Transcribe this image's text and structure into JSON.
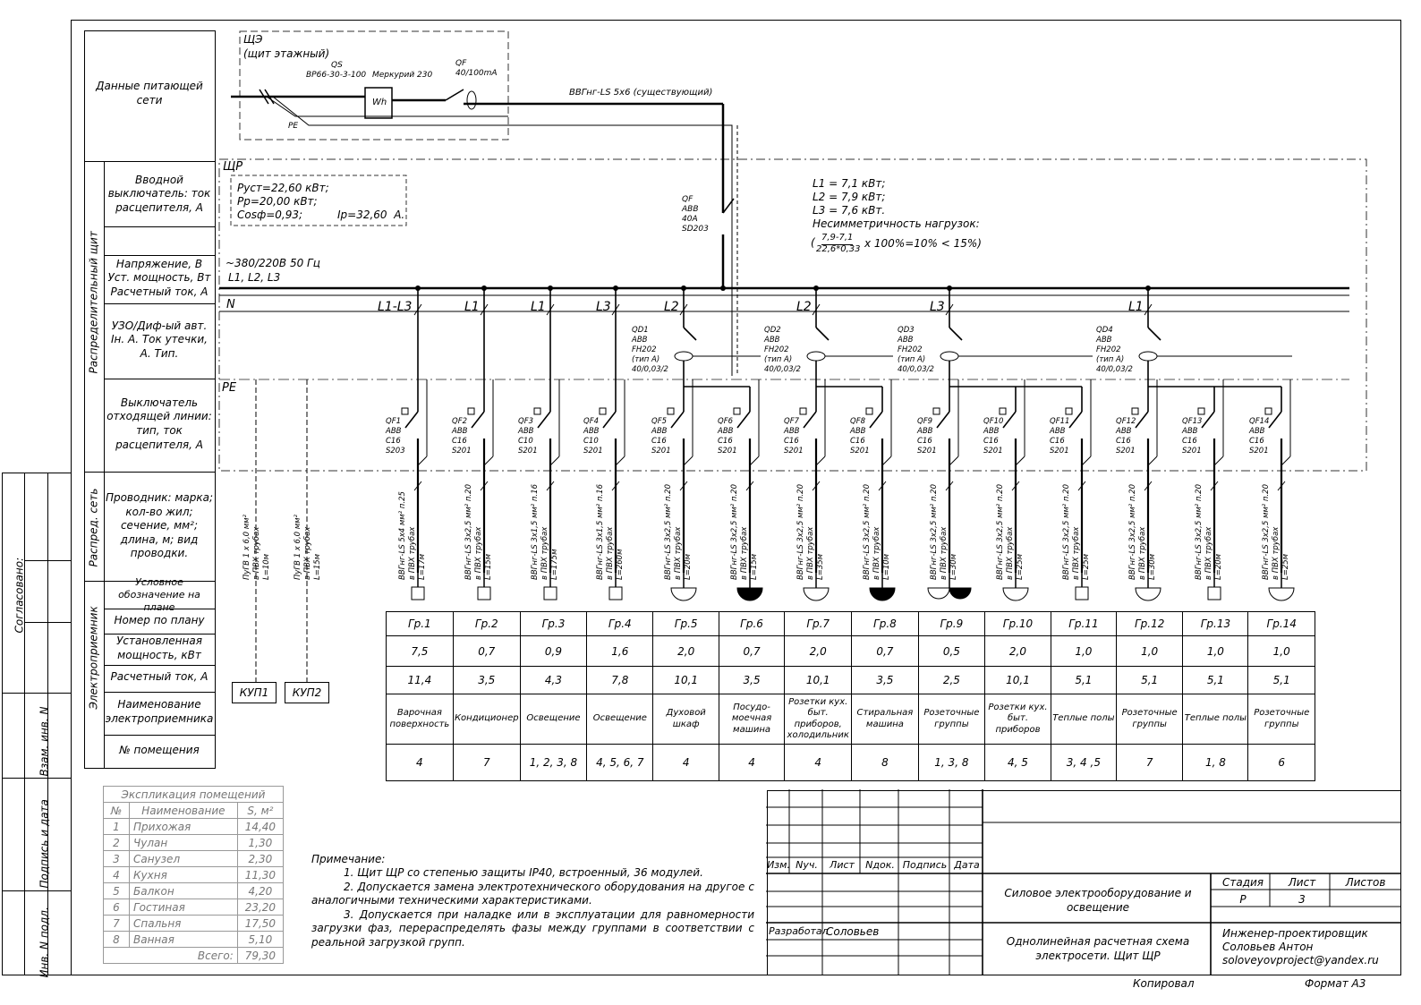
{
  "left_labels": {
    "supply": "Данные питающей сети",
    "input_breaker": "Вводной выключатель: ток расцепителя, А",
    "voltage": "Напряжение, В Уст. мощность, Вт Расчетный ток, А",
    "rcd": "УЗО/Диф-ый авт. Iн. А. Ток утечки, А. Тип.",
    "outgoing": "Выключатель отходящей линии: тип, ток расцепителя, А",
    "conductor": "Проводник: марка; кол-во жил; сечение, мм²; длина, м; вид проводки.",
    "symbol": "Условное обозначение на плане",
    "plan_no": "Номер по плану",
    "installed_power": "Установленная мощность, кВт",
    "calc_current": "Расчетный ток, А",
    "receiver_name": "Наименование электроприемника",
    "room_no": "№ помещения",
    "vert_panel": "Распределительный щит",
    "vert_net": "Распред. сеть",
    "vert_receiver": "Электроприемник"
  },
  "side_stamp": [
    "Согласовано:",
    "Взам. инв. N",
    "Подпись и дата",
    "Инв. N подл."
  ],
  "floor_panel": {
    "title": "ЩЭ",
    "subtitle": "(щит этажный)",
    "qs": "QS",
    "qs_type": "ВР66-30-3-100",
    "meter": "Меркурий 230",
    "qf": "QF",
    "qf_type": "40/100mA",
    "wh": "Wh",
    "pe": "PE",
    "cable": "ВВГнг-LS 5х6 (существующий)"
  },
  "main_panel": {
    "title": "ЩР",
    "pust": "Руст=22,60 кВт;",
    "pr": "Рр=20,00 кВт;",
    "cos": "Cosф=0,93;",
    "ip": "Ip=32,60  А.",
    "voltage": "~380/220В 50 Гц",
    "phases": "L1, L2, L3",
    "n": "N",
    "pe": "PE",
    "main_qf": [
      "QF",
      "ABB",
      "40A",
      "SD203"
    ],
    "loads": [
      "L1 = 7,1 кВт;",
      "L2 = 7,9 кВт;",
      "L3 = 7,6 кВт."
    ],
    "asym_title": "Несимметричность нагрузок:",
    "asym_num": "7,9-7,1",
    "asym_den": "22,6*0,33",
    "asym_rest": "х 100%=10% < 15%)",
    "asym_open": "("
  },
  "phase_labels": [
    "L1-L3",
    "L1",
    "L1",
    "L3",
    "L2",
    "L2",
    "L3",
    "L1"
  ],
  "rcds": [
    {
      "lines": [
        "QD1",
        "ABB",
        "FH202",
        "(тип А)",
        "40/0,03/2"
      ]
    },
    {
      "lines": [
        "QD2",
        "ABB",
        "FH202",
        "(тип А)",
        "40/0,03/2"
      ]
    },
    {
      "lines": [
        "QD3",
        "ABB",
        "FH202",
        "(тип А)",
        "40/0,03/2"
      ]
    },
    {
      "lines": [
        "QD4",
        "ABB",
        "FH202",
        "(тип А)",
        "40/0,03/2"
      ]
    }
  ],
  "breakers": [
    {
      "name": "QF1",
      "make": "ABB",
      "rating": "C16",
      "type": "S203"
    },
    {
      "name": "QF2",
      "make": "ABB",
      "rating": "C16",
      "type": "S201"
    },
    {
      "name": "QF3",
      "make": "ABB",
      "rating": "C10",
      "type": "S201"
    },
    {
      "name": "QF4",
      "make": "ABB",
      "rating": "C10",
      "type": "S201"
    },
    {
      "name": "QF5",
      "make": "ABB",
      "rating": "C16",
      "type": "S201"
    },
    {
      "name": "QF6",
      "make": "ABB",
      "rating": "C16",
      "type": "S201"
    },
    {
      "name": "QF7",
      "make": "ABB",
      "rating": "C16",
      "type": "S201"
    },
    {
      "name": "QF8",
      "make": "ABB",
      "rating": "C16",
      "type": "S201"
    },
    {
      "name": "QF9",
      "make": "ABB",
      "rating": "C16",
      "type": "S201"
    },
    {
      "name": "QF10",
      "make": "ABB",
      "rating": "C16",
      "type": "S201"
    },
    {
      "name": "QF11",
      "make": "ABB",
      "rating": "C16",
      "type": "S201"
    },
    {
      "name": "QF12",
      "make": "ABB",
      "rating": "C16",
      "type": "S201"
    },
    {
      "name": "QF13",
      "make": "ABB",
      "rating": "C16",
      "type": "S201"
    },
    {
      "name": "QF14",
      "make": "ABB",
      "rating": "C16",
      "type": "S201"
    }
  ],
  "cables": [
    [
      "ВВГнг-LS 5х4 мм² п.25",
      "в ПВХ трубах",
      "L=17м"
    ],
    [
      "ВВГнг-LS 3х2,5 мм² п.20",
      "в ПВХ трубах",
      "L=15м"
    ],
    [
      "ВВГнг-LS 3х1,5 мм² п.16",
      "в ПВХ трубах",
      "L=175м"
    ],
    [
      "ВВГнг-LS 3х1,5 мм² п.16",
      "в ПВХ трубах",
      "L=260м"
    ],
    [
      "ВВГнг-LS 3х2,5 мм² п.20",
      "в ПВХ трубах",
      "L=20м"
    ],
    [
      "ВВГнг-LS 3х2,5 мм² п.20",
      "в ПВХ трубах",
      "L=15м"
    ],
    [
      "ВВГнг-LS 3х2,5 мм² п.20",
      "в ПВХ трубах",
      "L=35м"
    ],
    [
      "ВВГнг-LS 3х2,5 мм² п.20",
      "в ПВХ трубах",
      "L=10м"
    ],
    [
      "ВВГнг-LS 3х2,5 мм² п.20",
      "в ПВХ трубах",
      "L=30м"
    ],
    [
      "ВВГнг-LS 3х2,5 мм² п.20",
      "в ПВХ трубах",
      "L=25м"
    ],
    [
      "ВВГнг-LS 3х2,5 мм² п.20",
      "в ПВХ трубах",
      "L=25м"
    ],
    [
      "ВВГнг-LS 3х2,5 мм² п.20",
      "в ПВХ трубах",
      "L=30м"
    ],
    [
      "ВВГнг-LS 3х2,5 мм² п.20",
      "в ПВХ трубах",
      "L=20м"
    ],
    [
      "ВВГнг-LS 3х2,5 мм² п.20",
      "в ПВХ трубах",
      "L=25м"
    ]
  ],
  "kup": [
    {
      "cable": [
        "ПуГВ 1 х 6,0 мм²",
        "в ПВХ трубах",
        "L=10м"
      ],
      "name": "КУП1"
    },
    {
      "cable": [
        "ПуГВ 1 х 6,0 мм²",
        "в ПВХ трубах",
        "L=15м"
      ],
      "name": "КУП2"
    }
  ],
  "groups": [
    {
      "gr": "Гр.1",
      "p": "7,5",
      "i": "11,4",
      "name": "Варочная поверхность",
      "room": "4",
      "sym": "box"
    },
    {
      "gr": "Гр.2",
      "p": "0,7",
      "i": "3,5",
      "name": "Кондиционер",
      "room": "7",
      "sym": "box"
    },
    {
      "gr": "Гр.3",
      "p": "0,9",
      "i": "4,3",
      "name": "Освещение",
      "room": "1, 2, 3, 8",
      "sym": "box"
    },
    {
      "gr": "Гр.4",
      "p": "1,6",
      "i": "7,8",
      "name": "Освещение",
      "room": "4, 5, 6, 7",
      "sym": "box"
    },
    {
      "gr": "Гр.5",
      "p": "2,0",
      "i": "10,1",
      "name": "Духовой шкаф",
      "room": "4",
      "sym": "socket"
    },
    {
      "gr": "Гр.6",
      "p": "0,7",
      "i": "3,5",
      "name": "Посудо-моечная машина",
      "room": "4",
      "sym": "socket-filled"
    },
    {
      "gr": "Гр.7",
      "p": "2,0",
      "i": "10,1",
      "name": "Розетки кух. быт. приборов, холодильник",
      "room": "4",
      "sym": "socket"
    },
    {
      "gr": "Гр.8",
      "p": "0,7",
      "i": "3,5",
      "name": "Стиральная машина",
      "room": "8",
      "sym": "socket-filled"
    },
    {
      "gr": "Гр.9",
      "p": "0,5",
      "i": "2,5",
      "name": "Розеточные группы",
      "room": "1, 3, 8",
      "sym": "socket-pair"
    },
    {
      "gr": "Гр.10",
      "p": "2,0",
      "i": "10,1",
      "name": "Розетки кух. быт. приборов",
      "room": "4, 5",
      "sym": "socket"
    },
    {
      "gr": "Гр.11",
      "p": "1,0",
      "i": "5,1",
      "name": "Теплые полы",
      "room": "3, 4 ,5",
      "sym": "box"
    },
    {
      "gr": "Гр.12",
      "p": "1,0",
      "i": "5,1",
      "name": "Розеточные группы",
      "room": "7",
      "sym": "socket"
    },
    {
      "gr": "Гр.13",
      "p": "1,0",
      "i": "5,1",
      "name": "Теплые полы",
      "room": "1, 8",
      "sym": "box"
    },
    {
      "gr": "Гр.14",
      "p": "1,0",
      "i": "5,1",
      "name": "Розеточные группы",
      "room": "6",
      "sym": "socket"
    }
  ],
  "explication": {
    "title": "Экспликация помещений",
    "headers": [
      "№",
      "Наименование",
      "S, м²"
    ],
    "rows": [
      [
        "1",
        "Прихожая",
        "14,40"
      ],
      [
        "2",
        "Чулан",
        "1,30"
      ],
      [
        "3",
        "Санузел",
        "2,30"
      ],
      [
        "4",
        "Кухня",
        "11,30"
      ],
      [
        "5",
        "Балкон",
        "4,20"
      ],
      [
        "6",
        "Гостиная",
        "23,20"
      ],
      [
        "7",
        "Спальня",
        "17,50"
      ],
      [
        "8",
        "Ванная",
        "5,10"
      ]
    ],
    "total_label": "Всего:",
    "total": "79,30"
  },
  "notes": {
    "title": "Примечание:",
    "n1": "1. Щит ЩР со степенью защиты IP40, встроенный, 36 модулей.",
    "n2": "2. Допускается замена электротехнического оборудования на другое с аналогичными техническими характеристиками.",
    "n3": "3. Допускается при наладке или в эксплуатации для равномерности загрузки фаз, перераспределять фазы между группами в соответствии с реальной загрузкой групп."
  },
  "title_block": {
    "cols": [
      "Изм.",
      "Nуч.",
      "Лист",
      "Nдок.",
      "Подпись",
      "Дата"
    ],
    "developed_label": "Разработал",
    "developed_name": "Соловьев",
    "project": "Силовое электрооборудование и освещение",
    "drawing": "Однолинейная расчетная схема электросети. Щит ЩР",
    "stage_label": "Стадия",
    "sheet_label": "Лист",
    "sheets_label": "Листов",
    "stage": "Р",
    "sheet": "3",
    "org_line1": "Инженер-проектировщик",
    "org_line2": "Соловьев Антон",
    "org_line3": "soloveyovproject@yandex.ru",
    "copied": "Копировал",
    "format": "Формат А3"
  }
}
